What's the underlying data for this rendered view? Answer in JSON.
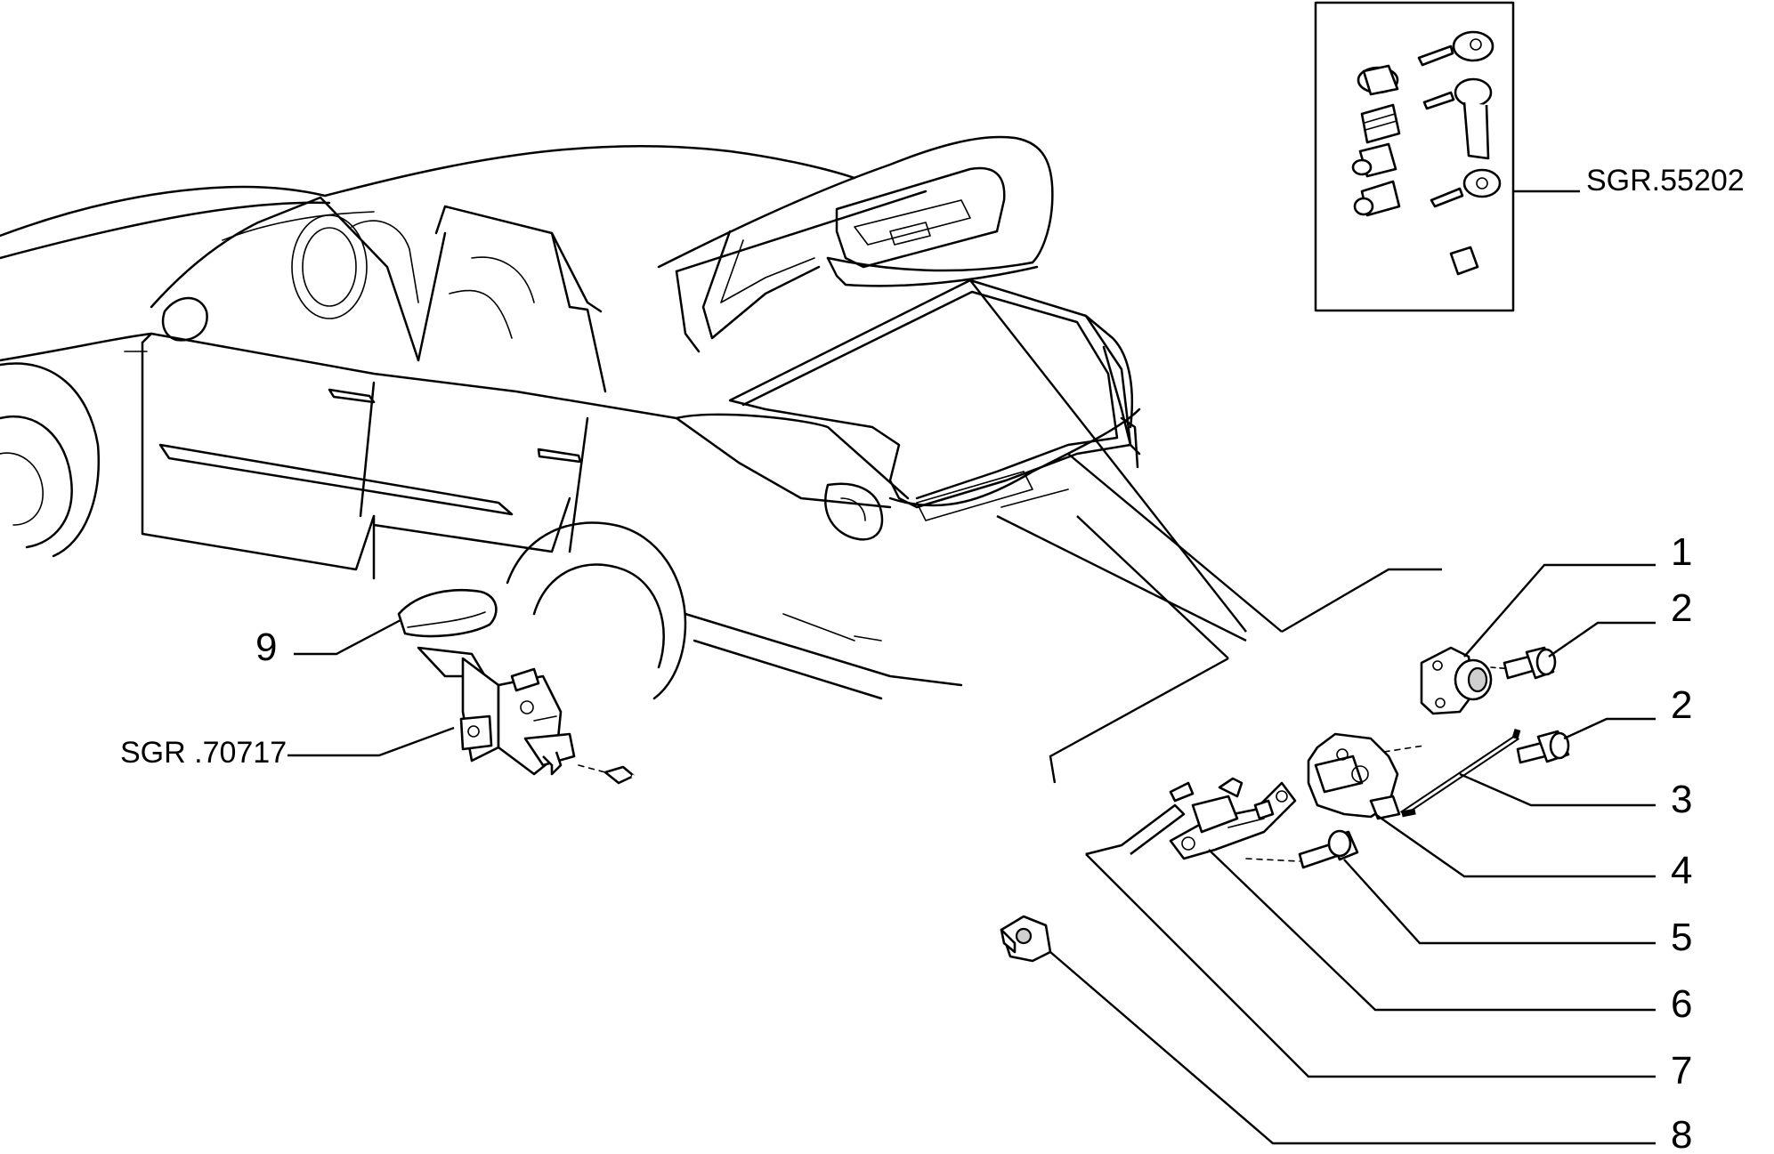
{
  "reference_labels": {
    "lock_kit": "SGR.55202",
    "bonnet_latch": "SGR .70717"
  },
  "callouts": [
    {
      "id": "1",
      "text": "1",
      "part": "lock cylinder"
    },
    {
      "id": "2a",
      "text": "2",
      "part": "screw (lock cylinder)"
    },
    {
      "id": "2b",
      "text": "2",
      "part": "screw (bracket)"
    },
    {
      "id": "3",
      "text": "3",
      "part": "rod"
    },
    {
      "id": "4",
      "text": "4",
      "part": "bracket"
    },
    {
      "id": "5",
      "text": "5",
      "part": "bolt"
    },
    {
      "id": "6",
      "text": "6",
      "part": "boot latch"
    },
    {
      "id": "7",
      "text": "7",
      "part": "release cable"
    },
    {
      "id": "8",
      "text": "8",
      "part": "clip"
    },
    {
      "id": "9",
      "text": "9",
      "part": "cover"
    }
  ]
}
